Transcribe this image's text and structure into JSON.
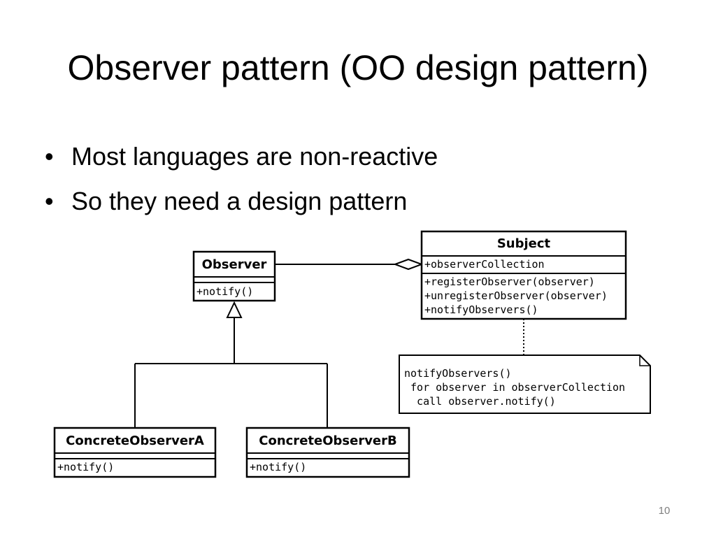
{
  "slide": {
    "title": "Observer pattern (OO design pattern)",
    "bullet_glyph": "•",
    "bullets": [
      "Most languages are non-reactive",
      "So they need a design pattern"
    ],
    "page_number": "10"
  },
  "diagram": {
    "observer": {
      "name": "Observer",
      "method": "+notify()"
    },
    "subject": {
      "name": "Subject",
      "attribute": "+observerCollection",
      "methods": [
        "+registerObserver(observer)",
        "+unregisterObserver(observer)",
        "+notifyObservers()"
      ]
    },
    "concrete_a": {
      "name": "ConcreteObserverA",
      "method": "+notify()"
    },
    "concrete_b": {
      "name": "ConcreteObserverB",
      "method": "+notify()"
    },
    "note": {
      "lines": [
        "notifyObservers()",
        " for observer in observerCollection",
        "  call observer.notify()"
      ]
    }
  }
}
